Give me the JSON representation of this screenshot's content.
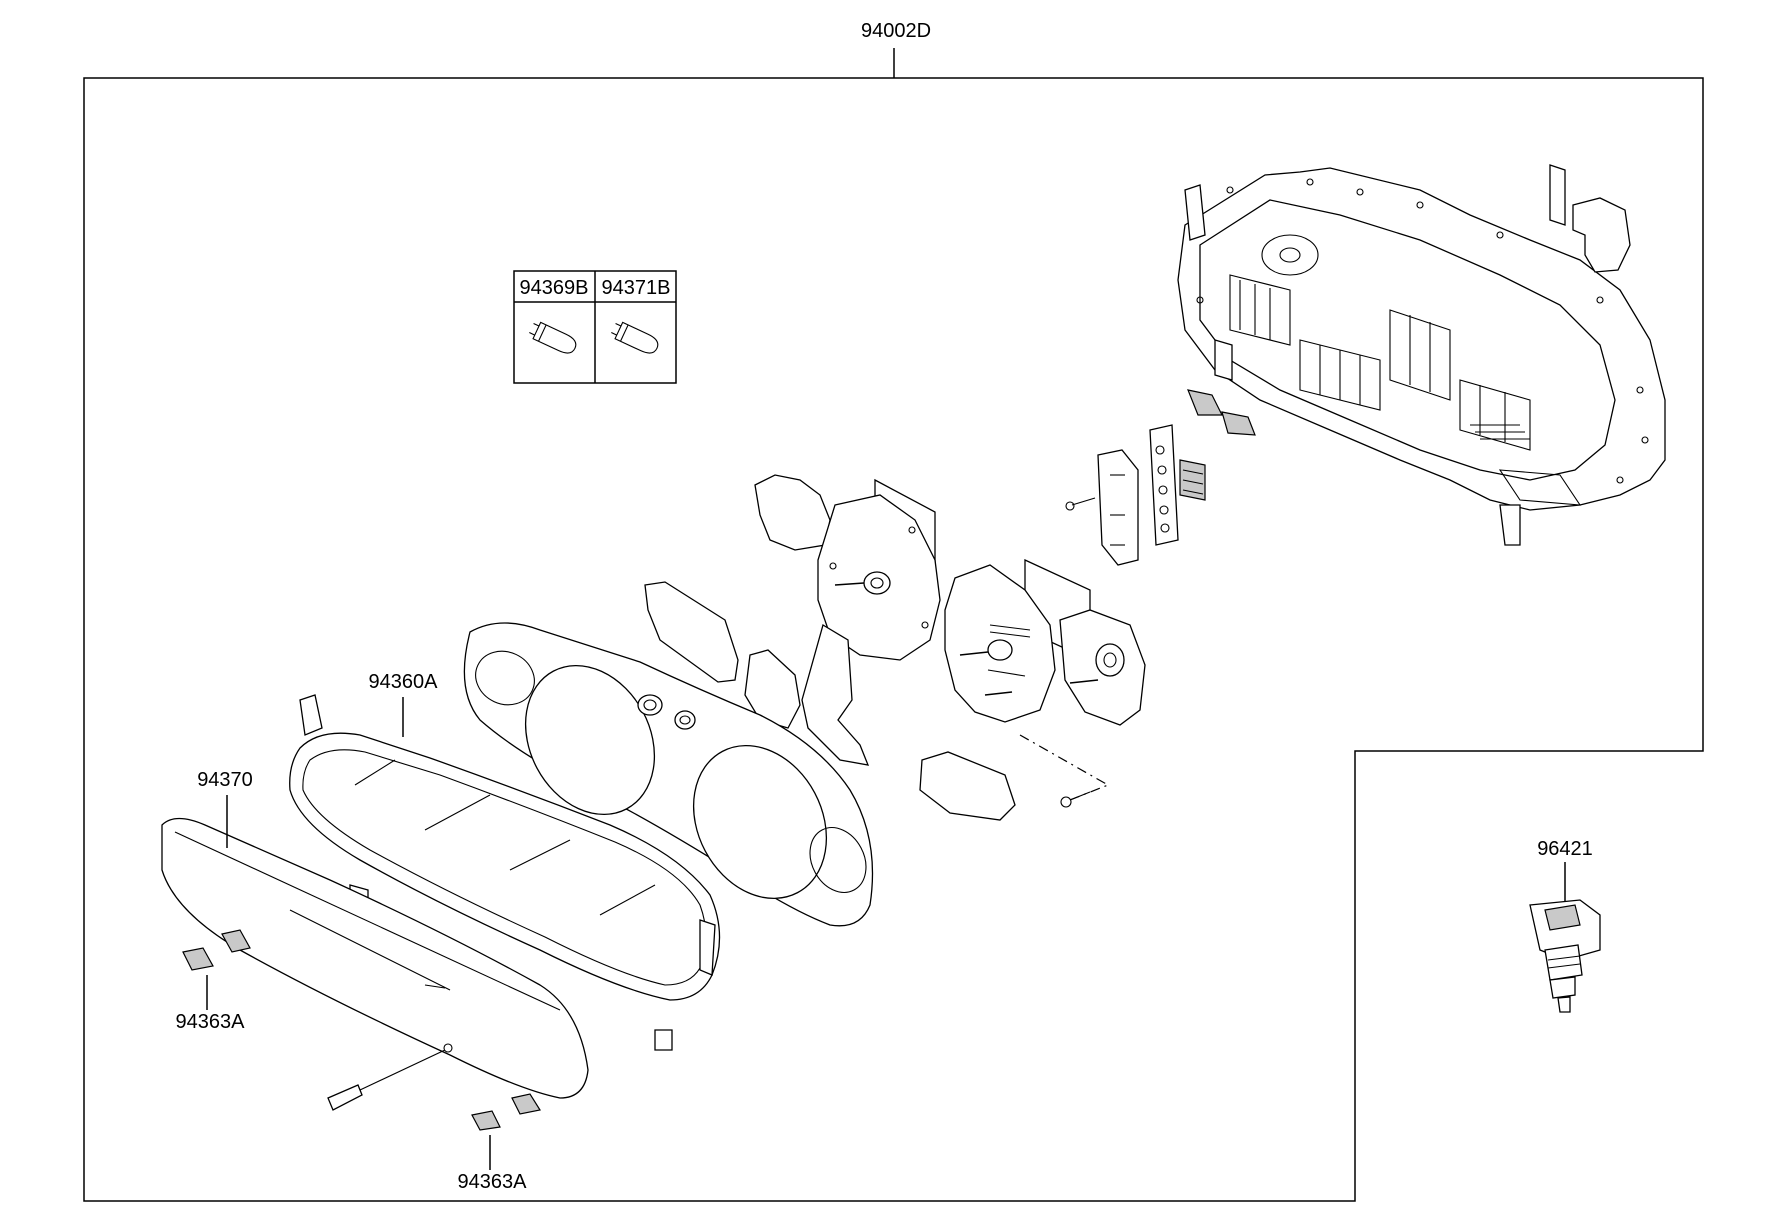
{
  "diagram": {
    "assembly_label": "94002D",
    "labels": {
      "lens_window": "94370",
      "lens_holder": "94360A",
      "pad_upper": "94363A",
      "pad_lower": "94363A",
      "sensor": "96421"
    },
    "bulb_table": {
      "col1_label": "94369B",
      "col2_label": "94371B"
    },
    "colors": {
      "line": "#000000",
      "background": "#ffffff",
      "shade": "#c9c9c9"
    }
  }
}
